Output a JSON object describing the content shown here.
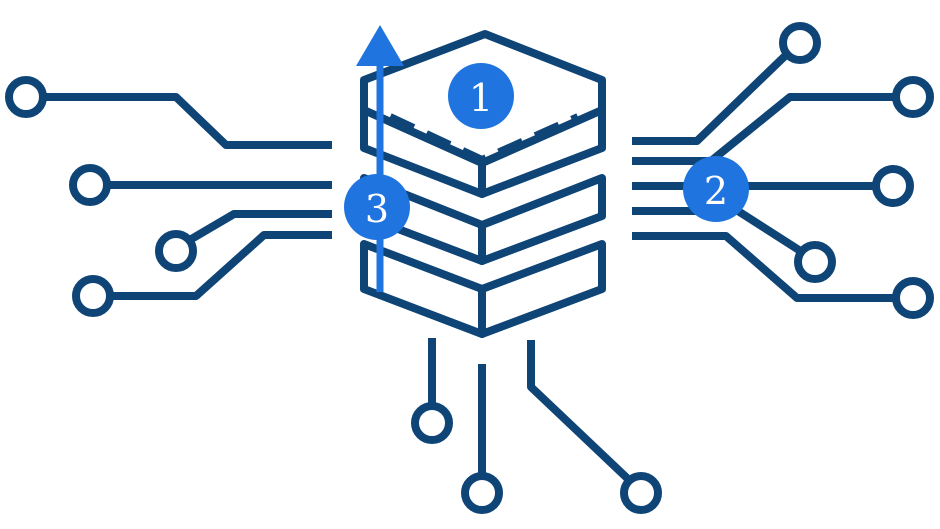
{
  "colors": {
    "circuit": "#0e4476",
    "accent": "#1f74e0",
    "background": "#ffffff"
  },
  "icons": {
    "chip_stack": "layered-chip-stack-icon",
    "arrow": "up-arrow-icon"
  },
  "badges": {
    "one": "1",
    "two": "2",
    "three": "3"
  }
}
